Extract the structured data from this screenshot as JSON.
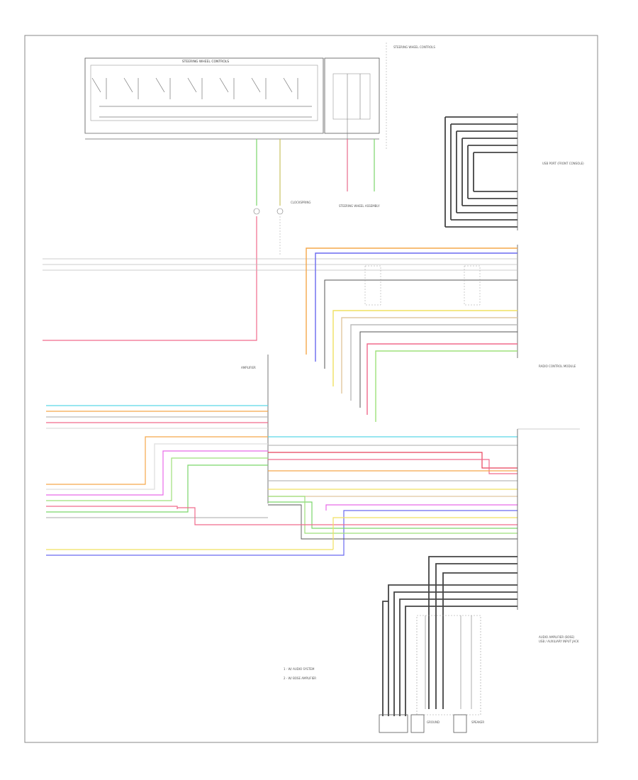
{
  "footer_code": "",
  "legend": [
    "1 - W/ AUDIO SYSTEM",
    "2 - W/ BOSE AMPLIFIER"
  ],
  "components": {
    "top_switch_group": "STEERING WHEEL CONTROLS",
    "top_right_label": "STEERING WHEEL CONTROLS",
    "clockspring": "CLOCKSPRING",
    "steering_wheel_assy": "STEERING WHEEL ASSEMBLY",
    "usb_port": "USB PORT (FRONT CONSOLE)",
    "radio_center": "RADIO CONTROL MODULE",
    "amplifier": "AMPLIFIER",
    "audio_amp_right": "AUDIO AMPLIFIER (BOSE)",
    "usb_right_bottom": "USB / AUXILIARY INPUT JACK",
    "bottom_ground": "GROUND",
    "bottom_center": "SPEAKER"
  },
  "colors": {
    "orange": "#f5a84a",
    "blue": "#6a6af0",
    "pink": "#f06a8c",
    "yellow": "#f0e060",
    "green": "#7ad66a",
    "lightgreen": "#9ee07a",
    "cyan": "#5ad8e8",
    "magenta": "#e86ae8",
    "gray": "#bbbbbb",
    "dark": "#444444",
    "red": "#e8405a",
    "tan": "#e0c8a0"
  }
}
